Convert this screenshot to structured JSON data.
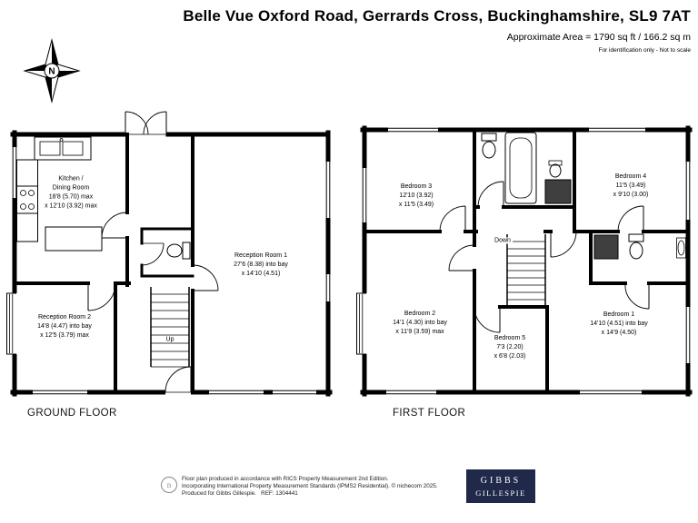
{
  "header": {
    "title": "Belle Vue Oxford Road, Gerrards Cross, Buckinghamshire, SL9 7AT",
    "area": "Approximate Area = 1790 sq ft / 166.2 sq m",
    "note": "For identification only - Not to scale"
  },
  "compass": {
    "north": "N"
  },
  "icons": {
    "compass": "compass-rose-north",
    "nichecom_logo": "circle-n-monogram"
  },
  "plan": {
    "ground": {
      "label": "GROUND FLOOR",
      "up": "Up",
      "kitchen": {
        "lines": [
          "Kitchen /",
          "Dining Room",
          "18'8 (5.70) max",
          "x 12'10 (3.92) max"
        ]
      },
      "reception1": {
        "lines": [
          "Reception Room 1",
          "27'6 (8.38) into bay",
          "x 14'10 (4.51)"
        ]
      },
      "reception2": {
        "lines": [
          "Reception Room 2",
          "14'8 (4.47) into bay",
          "x 12'5 (3.79) max"
        ]
      }
    },
    "first": {
      "label": "FIRST FLOOR",
      "down": "Down",
      "bedroom1": {
        "lines": [
          "Bedroom 1",
          "14'10 (4.51) into bay",
          "x 14'9 (4.50)"
        ]
      },
      "bedroom2": {
        "lines": [
          "Bedroom 2",
          "14'1 (4.30) into bay",
          "x 11'9 (3.59) max"
        ]
      },
      "bedroom3": {
        "lines": [
          "Bedroom 3",
          "12'10 (3.92)",
          "x 11'5 (3.49)"
        ]
      },
      "bedroom4": {
        "lines": [
          "Bedroom 4",
          "11'5 (3.49)",
          "x 9'10 (3.00)"
        ]
      },
      "bedroom5": {
        "lines": [
          "Bedroom 5",
          "7'3 (2.20)",
          "x 6'8 (2.03)"
        ]
      }
    }
  },
  "footer": {
    "line1": "Floor plan produced in accordance with RICS Property Measurement 2nd Edition.",
    "line2": "Incorporating International Property Measurement Standards (IPMS2 Residential). © nichecom 2025.",
    "line3": "Produced for Gibbs Gillespie.   REF: 1304441",
    "brand": {
      "line1": "GIBBS",
      "line2": "GILLESPIE"
    },
    "brand_color": "#20294a"
  }
}
